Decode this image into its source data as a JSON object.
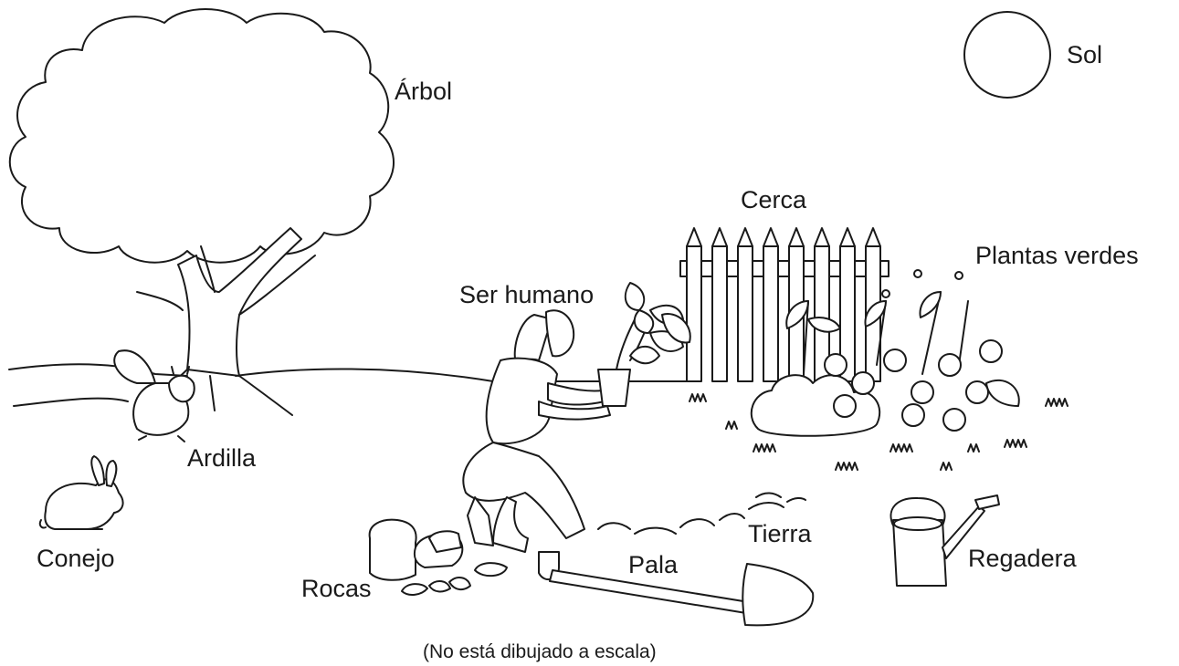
{
  "labels": {
    "tree": "Árbol",
    "sun": "Sol",
    "fence": "Cerca",
    "green_plants": "Plantas verdes",
    "human": "Ser humano",
    "squirrel": "Ardilla",
    "rabbit": "Conejo",
    "rocks": "Rocas",
    "shovel": "Pala",
    "soil": "Tierra",
    "watering_can": "Regadera"
  },
  "note": "(No está dibujado a escala)"
}
